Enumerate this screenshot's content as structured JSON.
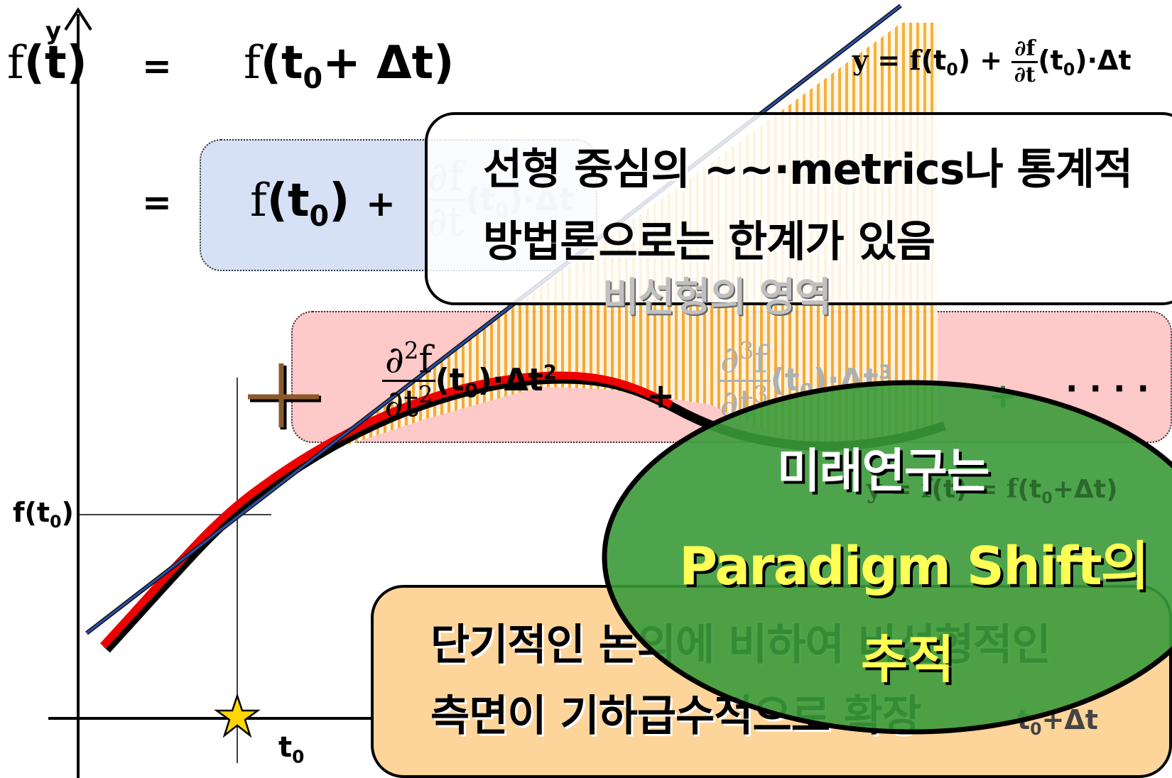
{
  "equations": {
    "ft_label": "f(t)",
    "equals": "=",
    "f_t0_dt": "f(t0+ Δt)",
    "f_t0": "f(t0)",
    "plus": "+",
    "partial_f": "∂f",
    "partial_t": "∂t",
    "t0_dt": "(t0)·Δt",
    "second_num": "∂2f",
    "second_den": "∂t2",
    "second_tail": "(t0)·Δt2",
    "third_num": "∂3f",
    "third_den": "∂t3",
    "third_tail": "(t0)·Δt3",
    "ellipsis": "· · · ·",
    "tangent_eq": "y = f(t0) + ∂f/∂t (t0)·Δt",
    "curve_eq": "y = f(t) = f(t0+Δt)"
  },
  "axes": {
    "y_label": "y",
    "ft0_tick": "f(t0)",
    "t0_tick": "t0",
    "t0dt_tick": "t0+Δt"
  },
  "callouts": {
    "top_line1": "선형 중심의 ~~·metrics나 통계적",
    "top_line2": "방법론으로는 한계가 있음",
    "nonlinear_region": "비선형의 영역",
    "ellipse_line1": "미래연구는",
    "ellipse_line2": "Paradigm Shift의",
    "ellipse_line3": "추적",
    "bottom_line1": "단기적인 논의에 비하여 비선형적인",
    "bottom_line2": "측면이 기하급수적으로 확장"
  },
  "colors": {
    "tangent": "#2b4ea8",
    "curve": "#ee0000",
    "hatch": "#f4a72a",
    "blue_box": "#d6e1f5",
    "pink_box": "#fdc9c9",
    "orange_box": "#fdd59a",
    "ellipse": "#3a9a3a",
    "yellow_text": "#ffff55",
    "plus_sign": "#8b5a2b"
  }
}
